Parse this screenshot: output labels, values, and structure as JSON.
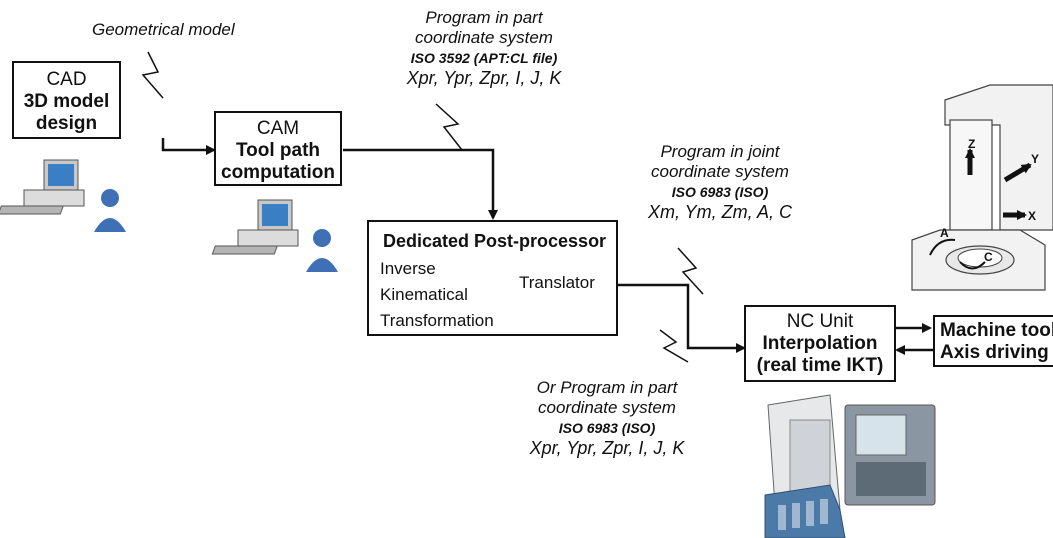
{
  "geometrical_model_label": "Geometrical model",
  "cad": {
    "line1": "CAD",
    "line2": "3D model",
    "line3": "design"
  },
  "cam": {
    "line1": "CAM",
    "line2": "Tool path",
    "line3": "computation"
  },
  "post_processor": {
    "title": "Dedicated Post-processor",
    "left_line1": "Inverse",
    "left_line2": "Kinematical",
    "left_line3": "Transformation",
    "right": "Translator"
  },
  "nc_unit": {
    "line1": "NC Unit",
    "line2": "Interpolation",
    "line3": "(real time IKT)"
  },
  "machine": {
    "line1": "Machine tool",
    "line2": "Axis driving"
  },
  "program_part": {
    "line1": "Program in part",
    "line2": "coordinate system",
    "iso": "ISO 3592 (APT:CL file)",
    "coords": "Xpr, Ypr, Zpr, I, J, K"
  },
  "program_joint": {
    "line1": "Program in joint",
    "line2": "coordinate system",
    "iso": "ISO 6983 (ISO)",
    "coords": "Xm, Ym, Zm, A, C"
  },
  "or_program": {
    "line1": "Or Program in part",
    "line2": "coordinate system",
    "iso": "ISO 6983 (ISO)",
    "coords": "Xpr, Ypr, Zpr, I, J, K"
  },
  "axes": {
    "z": "Z",
    "y": "Y",
    "x": "X",
    "a": "A",
    "c": "C"
  }
}
